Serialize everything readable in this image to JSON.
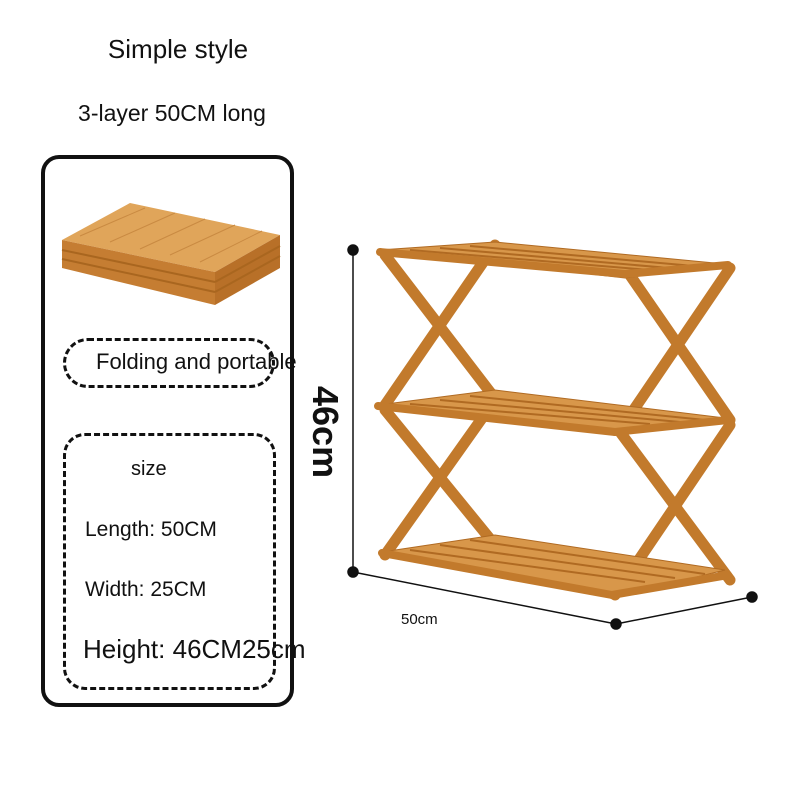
{
  "title": "Simple style",
  "subtitle": "3-layer 50CM long",
  "features": {
    "folding": "Folding and portable"
  },
  "size": {
    "label": "size",
    "length": "Length: 50CM",
    "width": "Width: 25CM",
    "height": "Height: 46CM25cm"
  },
  "dimensions": {
    "height": "46cm",
    "length": "50cm"
  },
  "colors": {
    "wood": "#d08a3c",
    "wood_dark": "#b06a22",
    "line": "#111111"
  }
}
